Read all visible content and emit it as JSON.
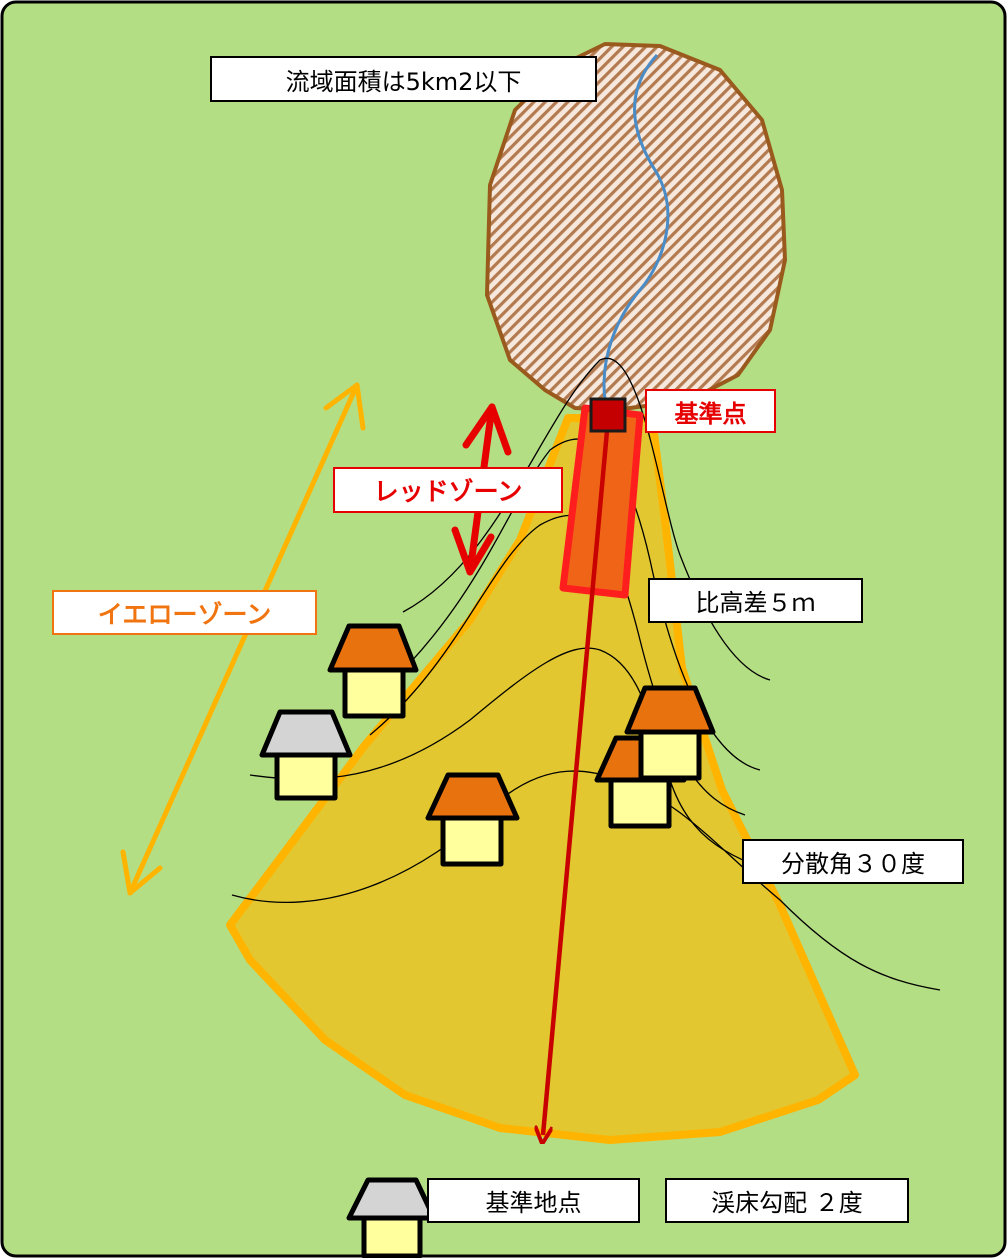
{
  "labels": {
    "basin_area": "流域面積は5km2以下",
    "reference_point": "基準点",
    "red_zone": "レッドゾーン",
    "yellow_zone": "イエローゾーン",
    "relative_height": "比高差５ｍ",
    "spread_angle": "分散角３０度",
    "reference_site": "基準地点",
    "bed_gradient": "渓床勾配 ２度"
  },
  "colors": {
    "background": "#b4de84",
    "yellow_zone_fill": "#e6c42a",
    "yellow_zone_edge": "#ffb400",
    "red_zone_fill": "#f06418",
    "red_zone_edge": "#ff1e1e",
    "reference_marker": "#c40000",
    "flow_arrow": "#c80000",
    "red_zone_arrow": "#e60000",
    "yellow_zone_arrow": "#ffb400",
    "basin_outline": "#9a5a1e",
    "stream": "#4a8cc8",
    "house_orange_roof": "#e8720e",
    "house_gray_roof": "#d4d4d4",
    "house_wall": "#ffff9e"
  },
  "icons": [
    "house-icon",
    "stream-line",
    "reference-point-marker",
    "double-arrow"
  ]
}
